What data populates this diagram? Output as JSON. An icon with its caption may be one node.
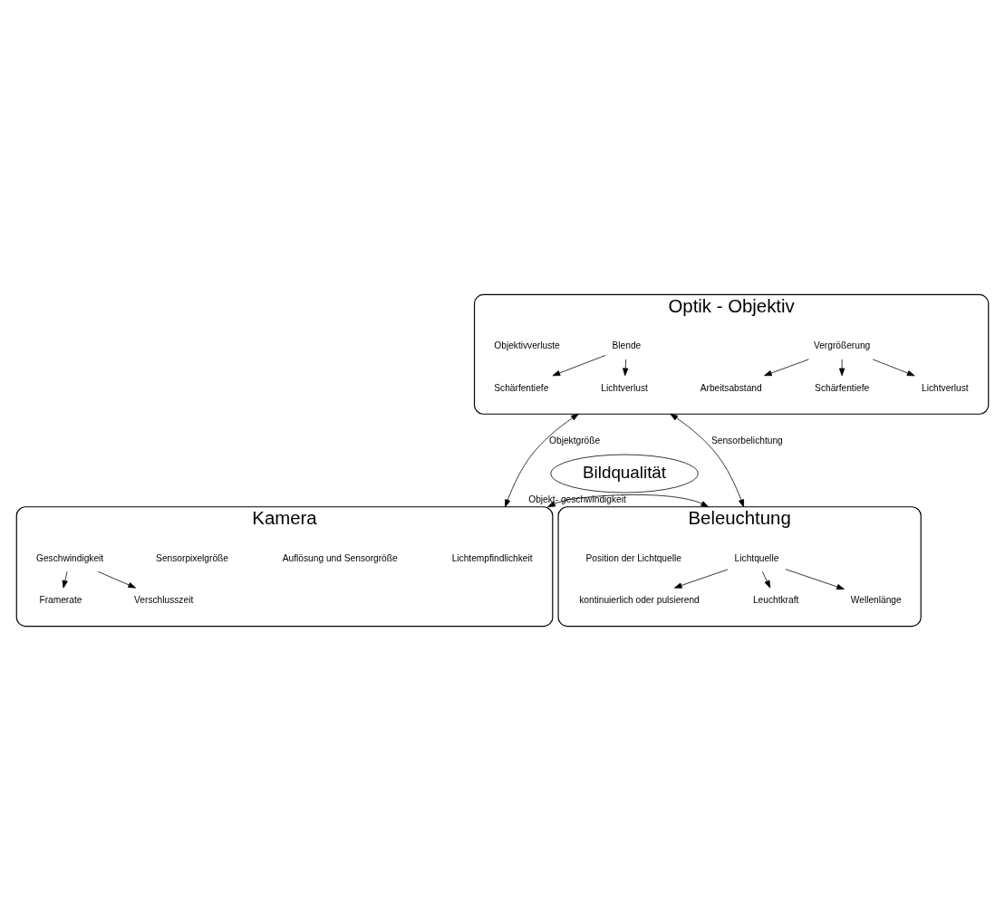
{
  "diagram": {
    "nodes": [
      {
        "text": [
          "Optik - Objektiv"
        ]
      },
      {
        "text": [
          "Vergrößerung"
        ],
        "in": 0
      },
      {
        "text": [
          "Arbeitsabstand"
        ],
        "in": 0
      },
      {
        "text": [
          "Schärfentiefe"
        ],
        "in": 0
      },
      {
        "text": [
          "Lichtverlust"
        ],
        "in": 0
      },
      {
        "text": [
          "Blende"
        ],
        "in": 0
      },
      {
        "text": [
          "Schärfentiefe"
        ],
        "in": 0
      },
      {
        "text": [
          "Lichtverlust"
        ],
        "in": 0
      },
      {
        "text": [
          "Objektivverluste"
        ],
        "in": 0
      },
      {
        "text": [
          "Bildqualität"
        ]
      },
      {
        "text": [
          "Kamera"
        ]
      },
      {
        "text": [
          "Lichtempfindlichkeit"
        ],
        "in": 10
      },
      {
        "text": [
          "Auflösung und Sensorgröße"
        ],
        "in": 10
      },
      {
        "text": [
          "Sensorpixelgröße"
        ],
        "in": 10
      },
      {
        "text": [
          "Geschwindigkeit"
        ],
        "in": 10
      },
      {
        "text": [
          "Framerate"
        ],
        "in": 10
      },
      {
        "text": [
          "Verschlusszeit"
        ],
        "in": 10
      },
      {
        "text": [
          "Beleuchtung"
        ]
      },
      {
        "text": [
          "Lichtquelle"
        ],
        "in": 17
      },
      {
        "text": [
          "kontinuierlich oder pulsierend"
        ],
        "in": 17
      },
      {
        "text": [
          "Leuchtkraft"
        ],
        "in": 17
      },
      {
        "text": [
          "Wellenlänge"
        ],
        "in": 17
      },
      {
        "text": [
          "Position der Lichtquelle"
        ],
        "in": 17
      }
    ],
    "edges": [
      {
        "from": 1,
        "to": 2,
        "arrow": "to"
      },
      {
        "from": 1,
        "to": 3,
        "arrow": "to"
      },
      {
        "from": 1,
        "to": 4,
        "arrow": "to"
      },
      {
        "from": 5,
        "to": 6,
        "arrow": "to"
      },
      {
        "from": 5,
        "to": 7,
        "arrow": "to"
      },
      {
        "from": 14,
        "to": 15,
        "arrow": "to"
      },
      {
        "from": 14,
        "to": 16,
        "arrow": "to"
      },
      {
        "from": 18,
        "to": 19,
        "arrow": "to"
      },
      {
        "from": 18,
        "to": 20,
        "arrow": "to"
      },
      {
        "from": 18,
        "to": 21,
        "arrow": "to"
      },
      {
        "from": 0,
        "to": 10,
        "label": "Objektgröße",
        "arrow": "both"
      },
      {
        "from": 0,
        "to": 17,
        "label": "Sensorbelichtung",
        "arrow": "both"
      },
      {
        "from": 10,
        "to": 17,
        "label": "Objekt- geschwindigkeit",
        "arrow": "both"
      }
    ]
  }
}
